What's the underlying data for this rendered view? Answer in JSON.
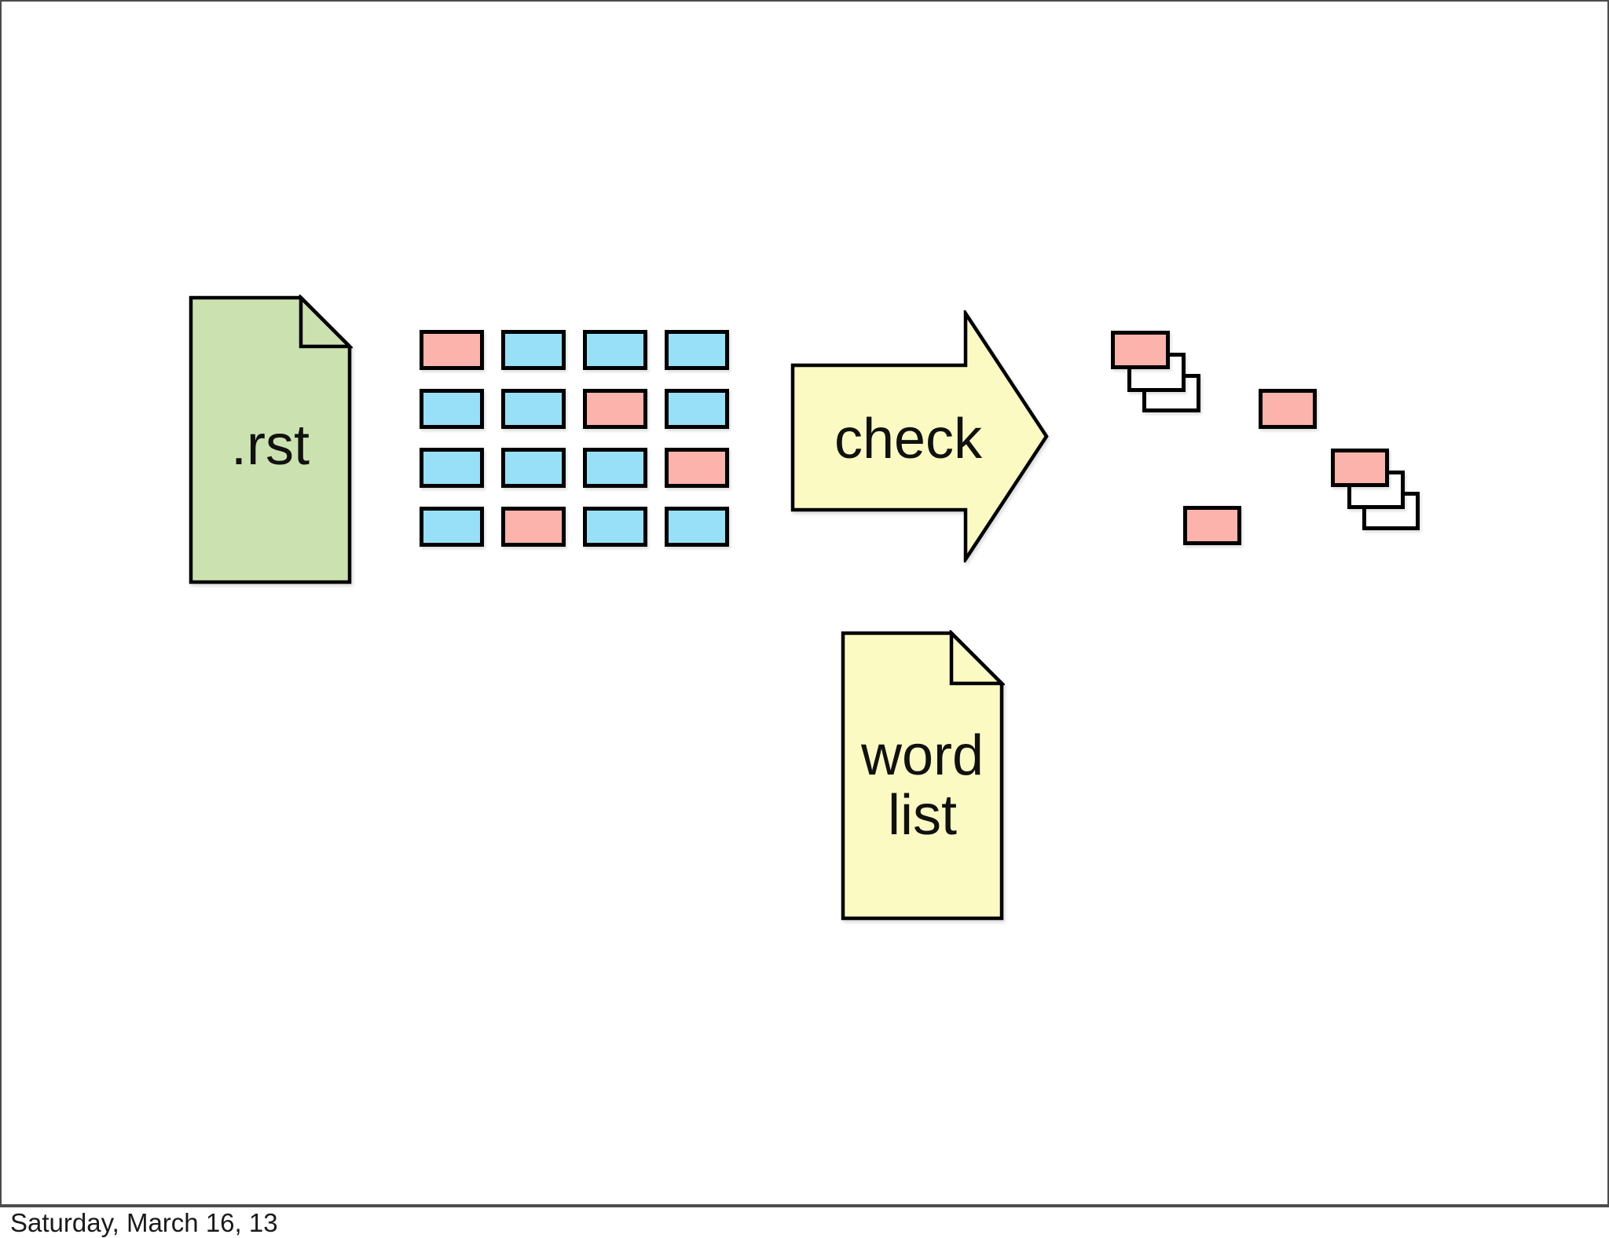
{
  "slide": {
    "background": "#ffffff",
    "frame_color": "#4c4c4c"
  },
  "rst_doc": {
    "label": ".rst",
    "fill": "#cbe2b0",
    "shape": "document-with-folded-corner"
  },
  "grid": {
    "rows": 4,
    "cols": 4,
    "cells": [
      [
        "pink",
        "blue",
        "blue",
        "blue"
      ],
      [
        "blue",
        "blue",
        "pink",
        "blue"
      ],
      [
        "blue",
        "blue",
        "blue",
        "pink"
      ],
      [
        "blue",
        "pink",
        "blue",
        "blue"
      ]
    ]
  },
  "arrow": {
    "label": "check",
    "fill": "#fafac2",
    "direction": "right"
  },
  "wordlist_doc": {
    "line1": "word",
    "line2": "list",
    "fill": "#fafac2",
    "shape": "document-with-folded-corner"
  },
  "scatter": {
    "items": [
      {
        "cluster": "top-left-stack",
        "type": "pink"
      },
      {
        "cluster": "top-left-stack",
        "type": "white"
      },
      {
        "cluster": "top-left-stack",
        "type": "white"
      },
      {
        "cluster": "middle-single",
        "type": "pink"
      },
      {
        "cluster": "bottom-single",
        "type": "pink"
      },
      {
        "cluster": "right-stack",
        "type": "pink"
      },
      {
        "cluster": "right-stack",
        "type": "white"
      },
      {
        "cluster": "right-stack",
        "type": "white"
      }
    ]
  },
  "footer": {
    "date": "Saturday, March 16, 13"
  },
  "colors": {
    "pink": "#fbb3ab",
    "blue": "#97e0f7",
    "white": "#ffffff",
    "green": "#cbe2b0",
    "yellow": "#fafac2",
    "stroke": "#000000",
    "frame": "#4c4c4c"
  }
}
